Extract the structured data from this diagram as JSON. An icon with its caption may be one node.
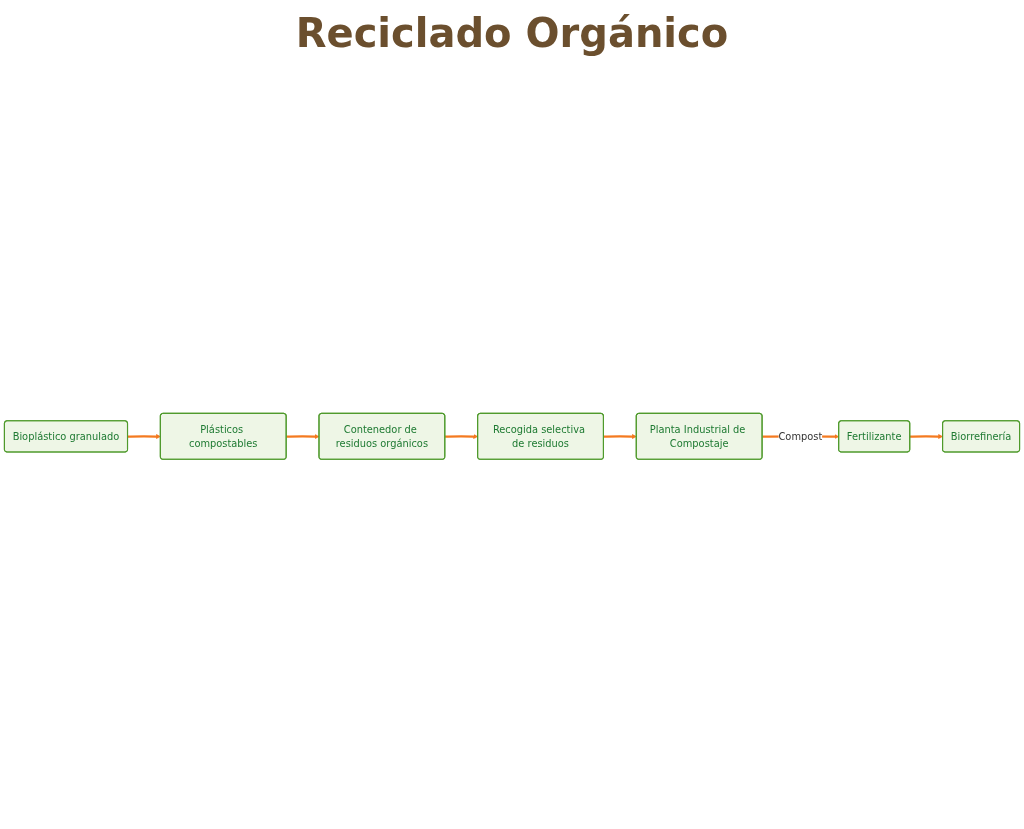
{
  "diagram": {
    "title": "Reciclado Orgánico",
    "nodes": [
      {
        "text": [
          "Plásticos compostables"
        ]
      },
      {
        "text": [
          "Contenedor de residuos orgánicos"
        ]
      },
      {
        "text": [
          "Recogida selectiva de residuos"
        ]
      },
      {
        "text": [
          "Planta Industrial de Compostaje"
        ]
      },
      {
        "text": [
          "Fertilizante"
        ]
      },
      {
        "text": [
          "Biorrefinería"
        ]
      },
      {
        "text": [
          "Bioplástico granulado"
        ]
      }
    ],
    "edges": [
      {
        "from": 6,
        "to": 0,
        "arrow": "to"
      },
      {
        "from": 0,
        "to": 1,
        "arrow": "to"
      },
      {
        "from": 1,
        "to": 2,
        "arrow": "to"
      },
      {
        "from": 2,
        "to": 3,
        "arrow": "to"
      },
      {
        "from": 3,
        "to": 4,
        "arrow": "to",
        "label": "Compost"
      },
      {
        "from": 4,
        "to": 5,
        "arrow": "to"
      }
    ]
  }
}
